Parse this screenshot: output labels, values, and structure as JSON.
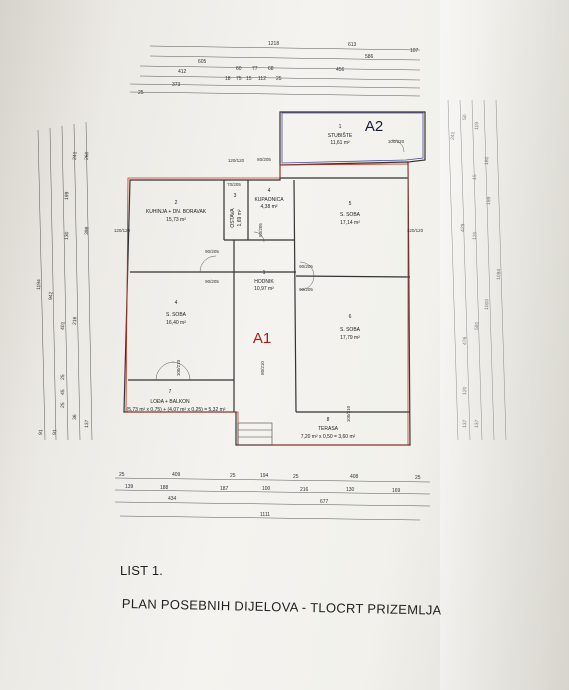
{
  "units": {
    "A1": {
      "label": "A1",
      "rooms": [
        {
          "no": "2",
          "name": "KUHINJA + DN. BORAVAK",
          "area": "15,73 m²"
        },
        {
          "no": "3",
          "name": "OSTAVA",
          "area": "1,69 m²"
        },
        {
          "no": "4",
          "name": "KUPAONICA",
          "area": "4,38 m²"
        },
        {
          "no": "5",
          "name": "S. SOBA",
          "area": "17,14 m²"
        },
        {
          "no": "1",
          "name": "HODNIK",
          "area": "10,97 m²"
        },
        {
          "no": "4",
          "name": "S. SOBA",
          "area": "16,40 m²"
        },
        {
          "no": "6",
          "name": "S. SOBA",
          "area": "17,79 m²"
        },
        {
          "no": "7",
          "name": "LOĐA + BALKON",
          "area": "(5,73 m² x 0,75) + (4,07 m² x 0,25) = 5,32 m²"
        },
        {
          "no": "8",
          "name": "TERASA",
          "area": "7,20 m² x 0,50 = 3,60 m²"
        }
      ]
    },
    "A2": {
      "label": "A2",
      "rooms": [
        {
          "no": "1",
          "name": "STUBIŠTE",
          "area": "11,61 m²"
        }
      ]
    }
  },
  "door_dims": [
    "100/220",
    "80/205",
    "70/205",
    "80/205",
    "90/205",
    "90/205",
    "90/205",
    "90/205",
    "80/210",
    "100/210",
    "100/210",
    "120/120",
    "120/120",
    "120/120"
  ],
  "top_dims": [
    "1218",
    "613",
    "605",
    "586",
    "107",
    "412",
    "60",
    "77",
    "68",
    "456",
    "373",
    "18",
    "75",
    "15",
    "112",
    "25",
    "25"
  ],
  "bottom_dims": [
    "25",
    "409",
    "25",
    "194",
    "25",
    "408",
    "25",
    "139",
    "188",
    "187",
    "100",
    "216",
    "130",
    "169",
    "434",
    "677",
    "1111"
  ],
  "left_dims": [
    "1194",
    "942",
    "401",
    "25",
    "45",
    "25",
    "91",
    "36",
    "216",
    "130",
    "199",
    "398",
    "137",
    "91",
    "241",
    "260"
  ],
  "right_dims": [
    "1094",
    "1000",
    "476",
    "591",
    "429",
    "120",
    "15",
    "160",
    "241",
    "119",
    "50",
    "137",
    "137",
    "120",
    "199"
  ],
  "sheet_number": "LIST 1.",
  "plan_title": "PLAN POSEBNIH DIJELOVA - TLOCRT PRIZEMLJA"
}
